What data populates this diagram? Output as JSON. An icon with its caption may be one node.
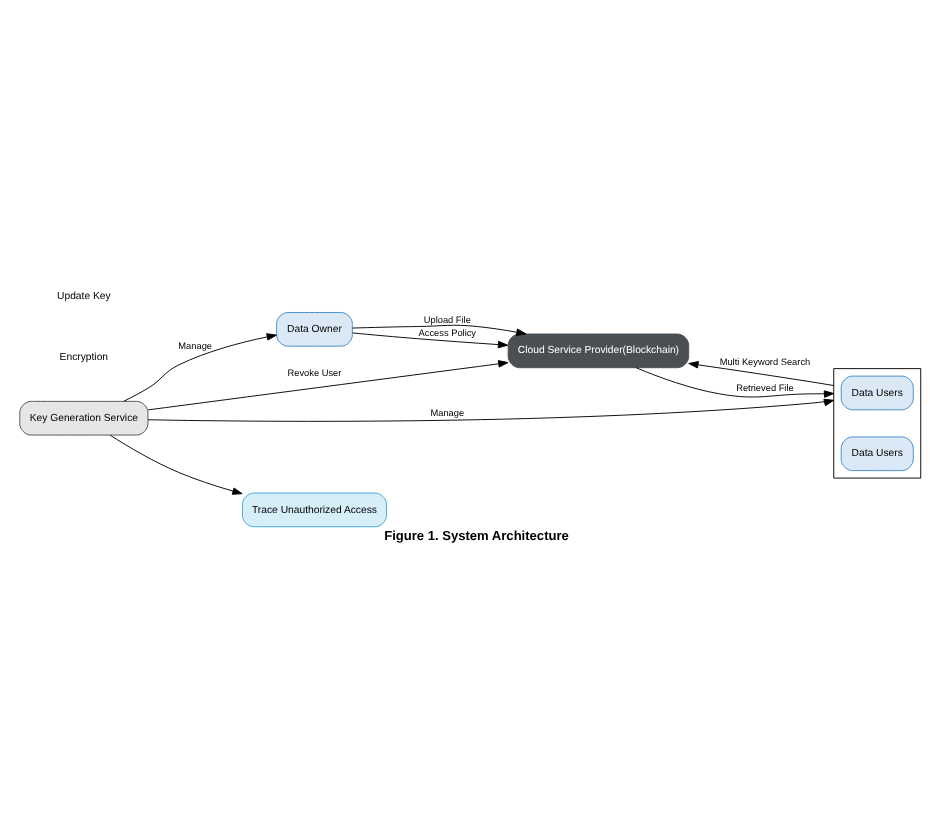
{
  "diagram": {
    "caption": "Figure 1. System Architecture",
    "nodes": [
      {
        "text": [
          "Data Owner"
        ]
      },
      {
        "text": [
          "Cloud Service Provider(Blockchain)"
        ]
      },
      {
        "text": [],
        "shape": "box"
      },
      {
        "text": [
          "Data Users"
        ],
        "in": 2
      },
      {
        "text": [
          "Data Users"
        ],
        "in": 2
      },
      {
        "text": [
          "Key Generation Service"
        ]
      },
      {
        "text": [
          "Trace Unauthorized Access"
        ]
      }
    ],
    "edges": [
      {
        "from": 0,
        "to": 1,
        "arrow": "to",
        "label": "Upload File"
      },
      {
        "from": 0,
        "to": 1,
        "arrow": "to",
        "label": "Access Policy"
      },
      {
        "from": 2,
        "to": 1,
        "arrow": "to",
        "label": "Multi Keyword Search"
      },
      {
        "from": 1,
        "to": 2,
        "arrow": "to",
        "label": "Retrieved File"
      },
      {
        "from": 5,
        "to": 1,
        "arrow": "to",
        "label": "Revoke User"
      },
      {
        "from": 5,
        "to": 0,
        "arrow": "to",
        "label": "Manage"
      },
      {
        "from": 5,
        "to": 2,
        "arrow": "to",
        "label": "Manage"
      },
      {
        "from": 5,
        "to": 6,
        "arrow": "to"
      }
    ],
    "labels": [
      "Encryption",
      "Update Key"
    ]
  }
}
